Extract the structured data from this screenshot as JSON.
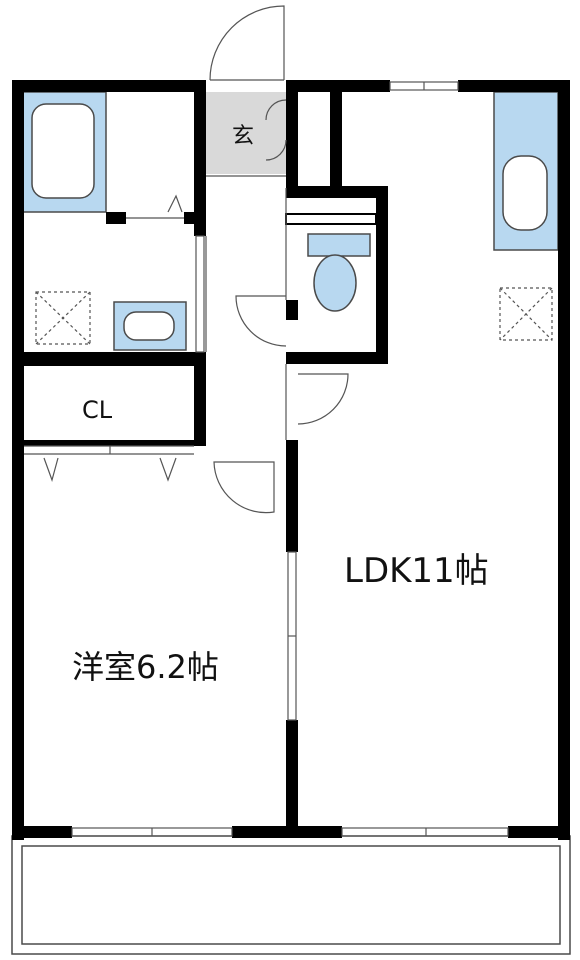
{
  "rooms": {
    "genkan": "玄",
    "closet": "CL",
    "ldk": "LDK11帖",
    "western": "洋室6.2帖"
  },
  "colors": {
    "wall": "#000000",
    "fixture_fill": "#b8d8f0",
    "fixture_stroke": "#4a4a4a",
    "entrance_floor": "#d9d9d9",
    "thin_line": "#555555"
  },
  "icons": {
    "bathtub": "bathtub-icon",
    "washbasin": "washbasin-icon",
    "toilet": "toilet-icon",
    "kitchen_sink": "kitchen-sink-icon",
    "washer_pan": "washer-pan-icon",
    "ceiling_vent": "vent-icon"
  }
}
